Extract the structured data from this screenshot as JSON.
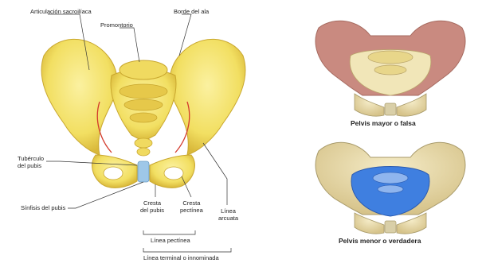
{
  "labels": {
    "articulacion": "Articulación sacroilíaca",
    "promontorio": "Promontorio",
    "borde_ala": "Borde del ala",
    "tuberculo": "Tubérculo\ndel pubis",
    "sinfisis": "Sínfisis del pubis",
    "cresta_pubis": "Cresta\ndel pubis",
    "cresta_pectinea": "Cresta\npectínea",
    "linea_arcuata": "Línea\narcuata",
    "linea_pectinea": "Línea pectínea",
    "linea_terminal": "Línea terminal o innominada"
  },
  "captions": {
    "mayor": "Pelvis mayor o falsa",
    "menor": "Pelvis menor o verdadera"
  },
  "colors": {
    "bone": "#f2df62",
    "bone_shade": "#d9b83a",
    "greater_pelvis_fill": "#c98a80",
    "lesser_pelvis_fill": "#3f7fe0",
    "pubic_line": "#d33a2c",
    "symphysis": "#9ec7e8"
  },
  "icons": [
    "pelvis-anterior-illustration",
    "greater-pelvis-illustration",
    "lesser-pelvis-illustration"
  ]
}
